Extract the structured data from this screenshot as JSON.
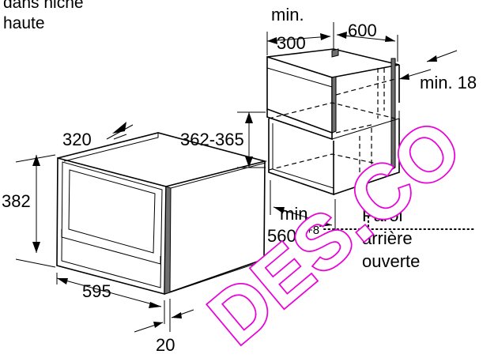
{
  "header": {
    "line1": "dans niche",
    "line2": "haute"
  },
  "niche": {
    "min_top_label": "min.",
    "width_min": "300",
    "depth": "600",
    "min_18": "min. 18",
    "height_range": "362-365",
    "min_bottom_label": "min.",
    "depth_min": "560",
    "depth_tolerance": "+8",
    "wall_line1": "Paroi",
    "wall_line2": "arrière",
    "wall_line3": "ouverte"
  },
  "appliance": {
    "depth": "320",
    "height": "382",
    "width": "595",
    "front_depth": "20"
  },
  "watermark": {
    "text": "DES.CO"
  },
  "colors": {
    "watermark_stroke": "#e800d8",
    "panel_grey": "#6f6f6f"
  }
}
